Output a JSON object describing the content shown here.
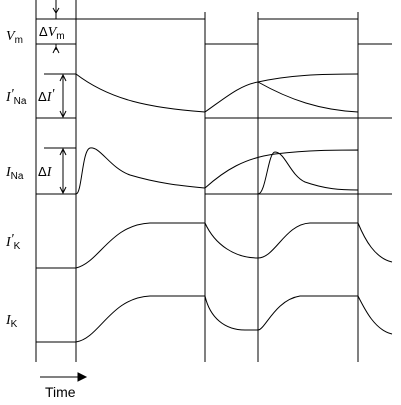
{
  "rows": [
    {
      "symbol": "V",
      "prime": "",
      "subscript": "m"
    },
    {
      "symbol": "I",
      "prime": "'",
      "subscript": "Na"
    },
    {
      "symbol": "I",
      "prime": "",
      "subscript": "Na"
    },
    {
      "symbol": "I",
      "prime": "'",
      "subscript": "K"
    },
    {
      "symbol": "I",
      "prime": "",
      "subscript": "K"
    }
  ],
  "annotations": [
    {
      "prefix": "Δ",
      "symbol": "V",
      "prime": "",
      "subscript": "m"
    },
    {
      "prefix": "Δ",
      "symbol": "I",
      "prime": "'",
      "subscript": ""
    },
    {
      "prefix": "Δ",
      "symbol": "I",
      "prime": "",
      "subscript": ""
    }
  ],
  "time_axis": {
    "label": "Time"
  }
}
